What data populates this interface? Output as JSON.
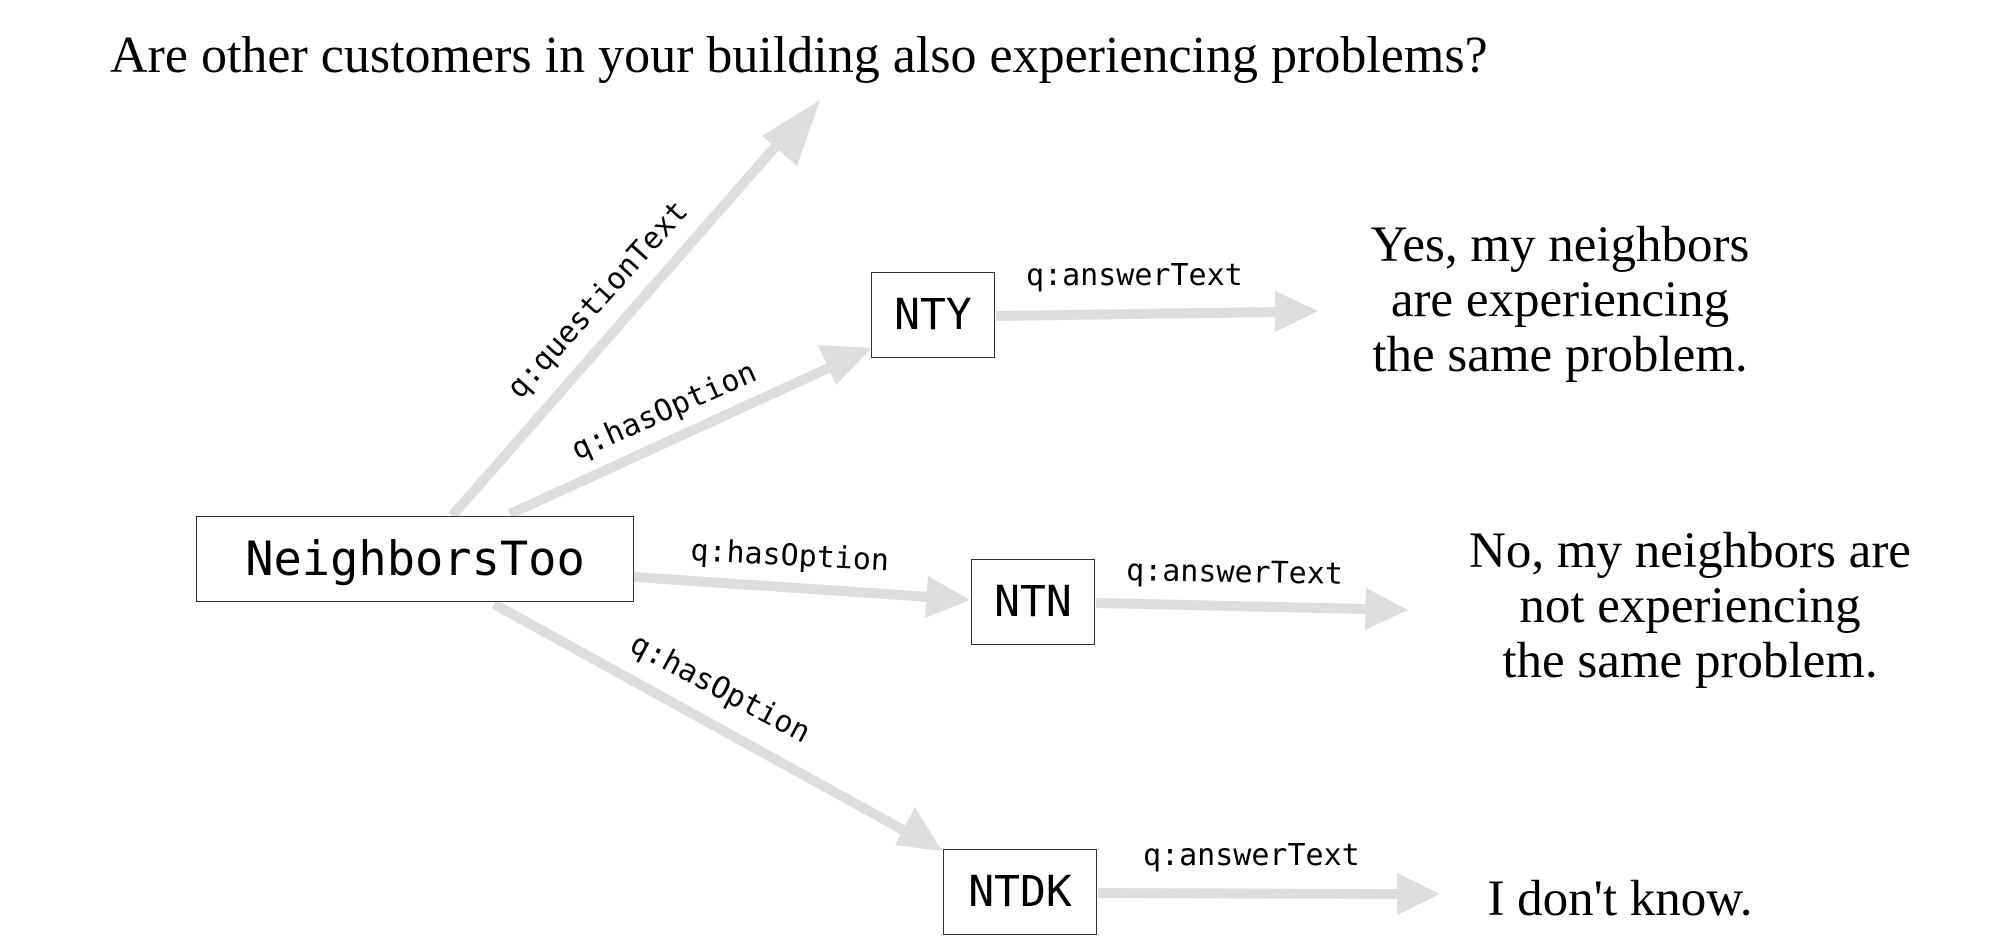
{
  "question_text": "Are other customers in your building also experiencing problems?",
  "nodes": {
    "main": "NeighborsToo",
    "nty": "NTY",
    "ntn": "NTN",
    "ntdk": "NTDK"
  },
  "answers": {
    "yes": "Yes, my neighbors\nare experiencing\nthe same problem.",
    "no": "No, my neighbors are\nnot experiencing\nthe same problem.",
    "dont_know": "I don't know."
  },
  "edge_labels": {
    "question_text": "q:questionText",
    "has_option_nty": "q:hasOption",
    "has_option_ntn": "q:hasOption",
    "has_option_ntdk": "q:hasOption",
    "answer_text_nty": "q:answerText",
    "answer_text_ntn": "q:answerText",
    "answer_text_ntdk": "q:answerText"
  },
  "colors": {
    "edge": "#dddddd",
    "node_border": "#333333",
    "text": "#000000"
  }
}
